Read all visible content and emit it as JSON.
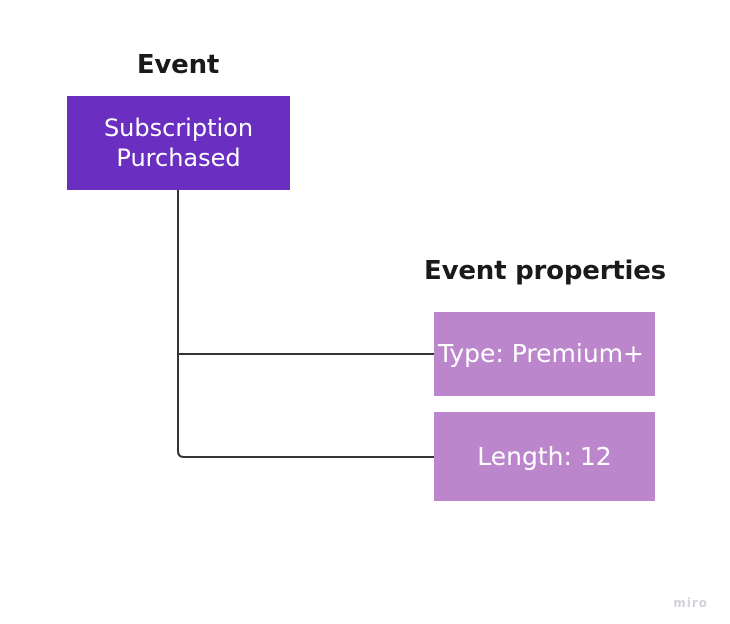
{
  "diagram": {
    "background_color": "#ffffff",
    "sections": [
      {
        "id": "event",
        "title": "Event"
      },
      {
        "id": "event-properties",
        "title": "Event properties"
      }
    ],
    "event_node": {
      "label": "Subscription\nPurchased",
      "fill_color": "#6A2EC0",
      "text_color": "#ffffff"
    },
    "property_nodes": [
      {
        "label": "Type: Premium+",
        "key": "Type",
        "value": "Premium+",
        "fill_color": "#BB86CB",
        "text_color": "#ffffff"
      },
      {
        "label": "Length: 12",
        "key": "Length",
        "value": "12",
        "fill_color": "#BB86CB",
        "text_color": "#ffffff"
      }
    ],
    "connectors": {
      "line_color": "#333333",
      "count": 2
    }
  },
  "watermark": {
    "text": "miro",
    "color": "#d2d2d8"
  }
}
